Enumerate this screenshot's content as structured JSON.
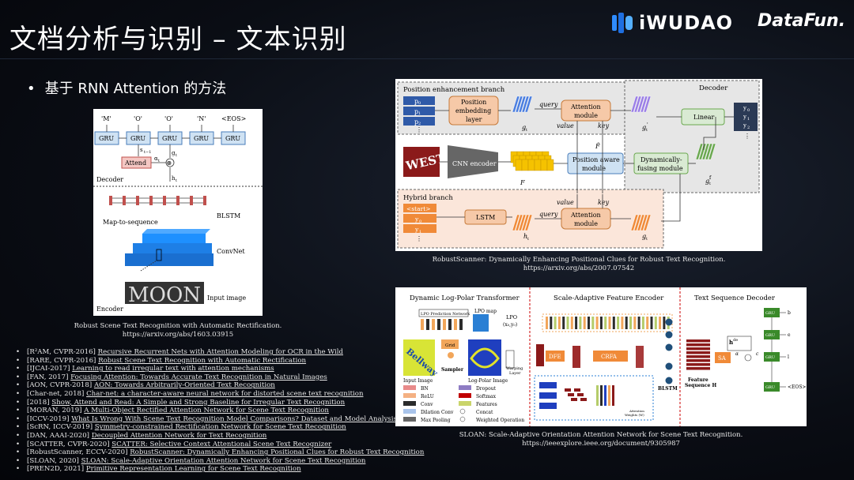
{
  "slide": {
    "title": "文档分析与识别 – 文本识别",
    "bullet": "基于 RNN Attention 的方法",
    "brand1": "iWUDAO",
    "brand2": "DataFun."
  },
  "fig1": {
    "outputs": [
      "'M'",
      "'O'",
      "'O'",
      "'N'",
      "<EOS>"
    ],
    "gru": "GRU",
    "s_label": "s",
    "s_sub": "t−1",
    "g_label": "g",
    "g_sub": "t",
    "alpha_label": "α",
    "alpha_sub": "t",
    "h_label": "h",
    "h_sub": "t",
    "attend": "Attend",
    "decoder": "Decoder",
    "blstm": "BLSTM",
    "map": "Map-to-sequence",
    "convnet": "ConvNet",
    "input_word": "MOON",
    "input_image": "Input image",
    "encoder": "Encoder",
    "caption1": "Robust Scene Text Recognition with Automatic Rectification.",
    "caption2": "https://arxiv.org/abs/1603.03915"
  },
  "fig2": {
    "pos_branch": "Position enhancement branch",
    "decoder": "Decoder",
    "p0": "p",
    "p0s": "0",
    "p1": "p",
    "p1s": "1",
    "p2": "p",
    "p2s": "2",
    "dots": "⋮",
    "pos_embed": [
      "Position",
      "embedding",
      "layer"
    ],
    "query": "query",
    "value": "value",
    "key": "key",
    "attn": [
      "Attention",
      "module"
    ],
    "gt": "g",
    "gts": "t",
    "gtp": "g",
    "gtps": "t",
    "gtp_sup": "'",
    "linear": "Linear",
    "y0": "y",
    "y0s": "0",
    "y1": "y",
    "y1s": "1",
    "y2": "y",
    "y2s": "2",
    "west": "WEST",
    "cnn": "CNN encoder",
    "F": "F",
    "Ftilde": "F̃",
    "pos_aware": [
      "Position aware",
      "module"
    ],
    "dyn": [
      "Dynamically-",
      "fusing module"
    ],
    "gtf": "g",
    "gtfs": "t",
    "gtf_sup": "f",
    "hyb": "Hybrid branch",
    "start": "<start>",
    "hy0": "y",
    "hy0s": "0",
    "hy1": "y",
    "hy1s": "1",
    "lstm": "LSTM",
    "ht": "h",
    "hts": "t",
    "gt2": "g",
    "gt2s": "t",
    "caption1": "RobustScanner: Dynamically Enhancing Positional Clues for Robust Text Recognition.",
    "caption2": "https://arxiv.org/abs/2007.07542"
  },
  "fig3": {
    "sec1": "Dynamic Log-Polar Transformer",
    "sec2": "Scale-Adaptive Feature Encoder",
    "sec3": "Text Sequence Decoder",
    "lpo_net": "LPO Prediction Network",
    "lpo_map": "LPO map",
    "lpo": "LPO",
    "lpo_xy": "(x₀,y₀)",
    "grid": "Grid",
    "sampler": "Sampler",
    "input_image": "Input Image",
    "logpolar": "Log-Polar Image",
    "warping": [
      "Warping",
      "Layer"
    ],
    "dfe": "DFE",
    "crfa": "CRFA",
    "blstm": "BLSTM",
    "feature": [
      "Feature",
      "Sequence H"
    ],
    "hde": "h",
    "hde_sup": "de",
    "sa": "SA",
    "alpha": "α",
    "c": "c",
    "outs": [
      "b",
      "e",
      "l",
      "<EOS>"
    ],
    "gru": "GRU",
    "attn_w": [
      "Attention",
      "Weights (W)"
    ],
    "legend": [
      "BN",
      "ReLU",
      "Conv",
      "Dilation Conv",
      "Max Pooling",
      "Dropout",
      "Softmax",
      "Features",
      "Concat",
      "Weighted Operation"
    ],
    "word": "Bellway",
    "caption1": "SLOAN: Scale-Adaptive Orientation Attention Network for Scene Text Recognition.",
    "caption2": "https://ieeexplore.ieee.org/document/9305987"
  },
  "refs": [
    {
      "tag": "[R²AM, CVPR-2016]",
      "title": "Recursive Recurrent Nets with Attention Modeling for OCR in the Wild"
    },
    {
      "tag": "[RARE, CVPR-2016]",
      "title": "Robust Scene Text Recognition with Automatic Rectification"
    },
    {
      "tag": "[IJCAI-2017]",
      "title": "Learning to read irregular text with attention mechanisms"
    },
    {
      "tag": "[FAN, 2017]",
      "title": "Focusing Attention: Towards Accurate Text Recognition in Natural Images"
    },
    {
      "tag": "[AON, CVPR-2018]",
      "title": "AON: Towards Arbitrarily-Oriented Text Recognition"
    },
    {
      "tag": "[Char-net, 2018]",
      "title": "Char-net: a character-aware neural network for distorted scene text recognition"
    },
    {
      "tag": "[2018]",
      "title": "Show, Attend and Read: A Simple and Strong Baseline for Irregular Text Recognition"
    },
    {
      "tag": "[MORAN, 2019]",
      "title": "A Multi-Object Rectified Attention Network for Scene Text Recognition"
    },
    {
      "tag": "[ICCV-2019]",
      "title": "What Is Wrong With Scene Text Recognition Model Comparisons? Dataset and Model Analysis"
    },
    {
      "tag": "[ScRN, ICCV-2019]",
      "title": "Symmetry-constrained Rectification Network for Scene Text Recognition"
    },
    {
      "tag": "[DAN, AAAI-2020]",
      "title": "Decoupled Attention Network for Text Recognition"
    },
    {
      "tag": "[SCATTER, CVPR-2020]",
      "title": "SCATTER: Selective Context Attentional Scene Text Recognizer"
    },
    {
      "tag": "[RobustScanner, ECCV-2020]",
      "title": "RobustScanner: Dynamically Enhancing Positional Clues for Robust Text Recognition"
    },
    {
      "tag": "[SLOAN, 2020]",
      "title": "SLOAN: Scale-Adaptive Orientation Attention Network for Scene Text Recognition"
    },
    {
      "tag": "[PREN2D, 2021]",
      "title": "Primitive Representation Learning for Scene Text Recognition"
    }
  ],
  "colors": {
    "gru_fill": "#cfe2f3",
    "gru_stroke": "#4a7ebb",
    "attend_fill": "#f4c7c3",
    "conv_fill": "#1e90ff",
    "pos_fill": "#2f5aa8",
    "attn_fill": "#f6c9a8",
    "linear_fill": "#d9ead3",
    "dark_box": "#2b3a55"
  }
}
